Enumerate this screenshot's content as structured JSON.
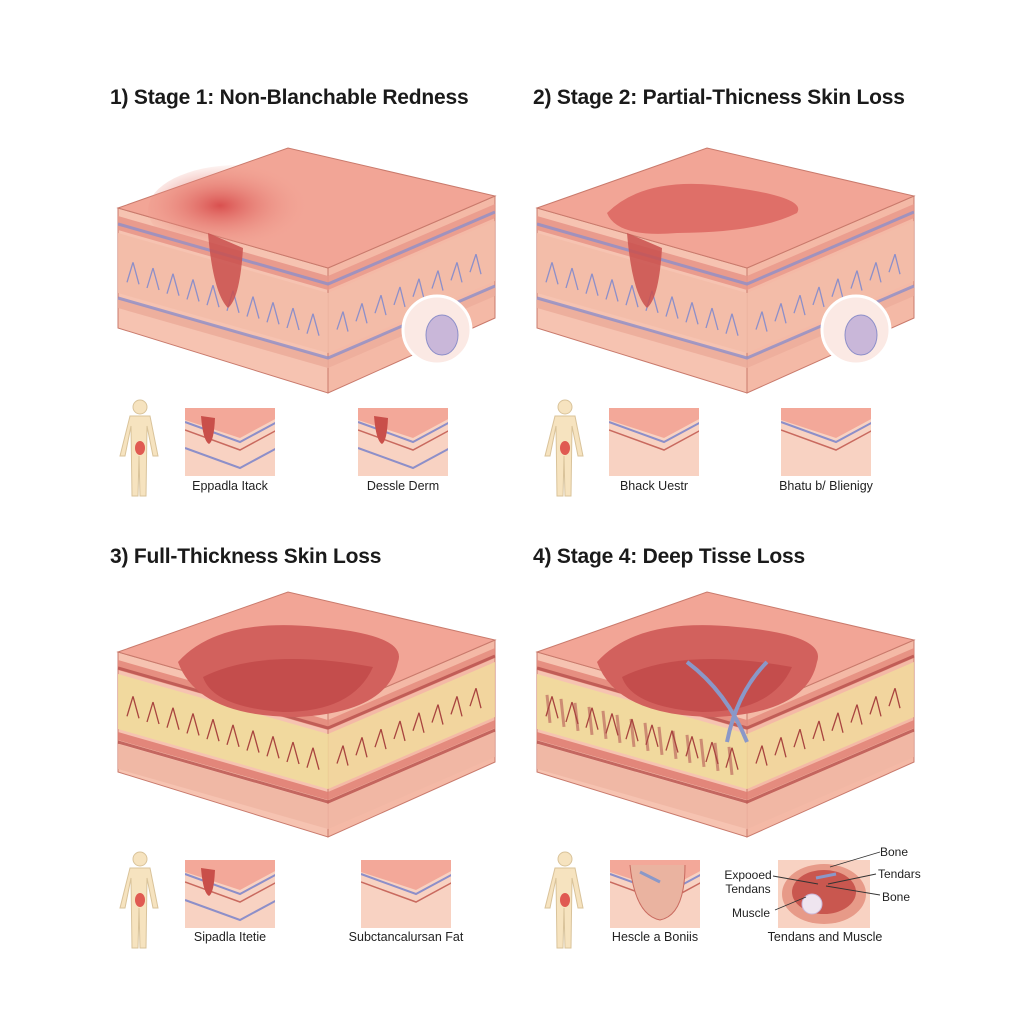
{
  "panels": [
    {
      "title": "1) Stage 1: Non-Blanchable Redness",
      "thumb_labels": [
        "Eppadla Itack",
        "Dessle Derm"
      ]
    },
    {
      "title": "2) Stage 2: Partial-Thicness Skin Loss",
      "thumb_labels": [
        "Bhack Uestr",
        "Bhatu b/ Blienigy"
      ]
    },
    {
      "title": "3) Full-Thickness Skin Loss",
      "thumb_labels": [
        "Sipadla Itetie",
        "Subctancalursan Fat"
      ]
    },
    {
      "title": "4) Stage 4: Deep Tisse Loss",
      "thumb_labels": [
        "Hescle a Boniis",
        "Tendans and Muscle"
      ],
      "callouts": {
        "exposed_tendons": "Expooed Tendans",
        "muscle": "Muscle",
        "bone_top": "Bone",
        "tendons": "Tendars",
        "bone_right": "Bone"
      }
    }
  ],
  "colors": {
    "skin_top": "#f2a596",
    "skin_dark": "#d9665f",
    "dermis": "#f6c3b1",
    "fat": "#f1dc9c",
    "vessel": "#8d8fc9",
    "text": "#1a1a1a"
  }
}
